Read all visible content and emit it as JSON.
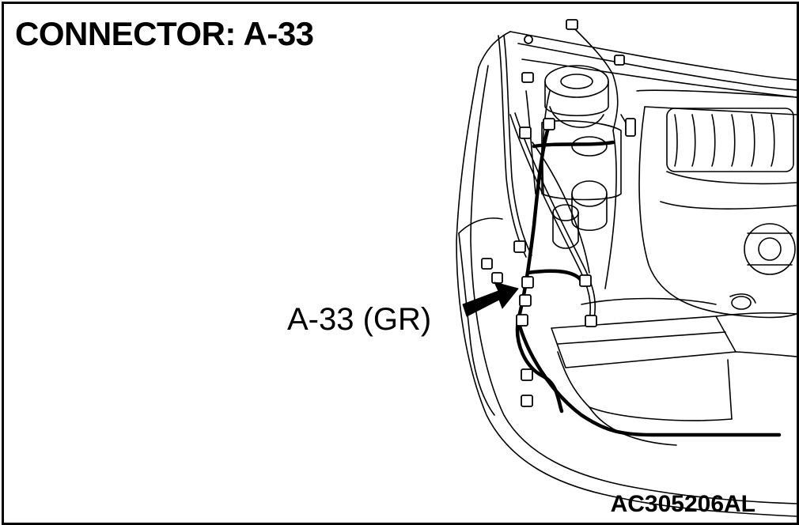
{
  "diagram": {
    "title": "CONNECTOR: A-33",
    "callout_label": "A-33 (GR)",
    "figure_id": "AC305206AL",
    "colors": {
      "line": "#000000",
      "background": "#ffffff"
    },
    "icons": [
      "engine-bay-drawing",
      "callout-arrow-icon",
      "connector-icon"
    ]
  }
}
